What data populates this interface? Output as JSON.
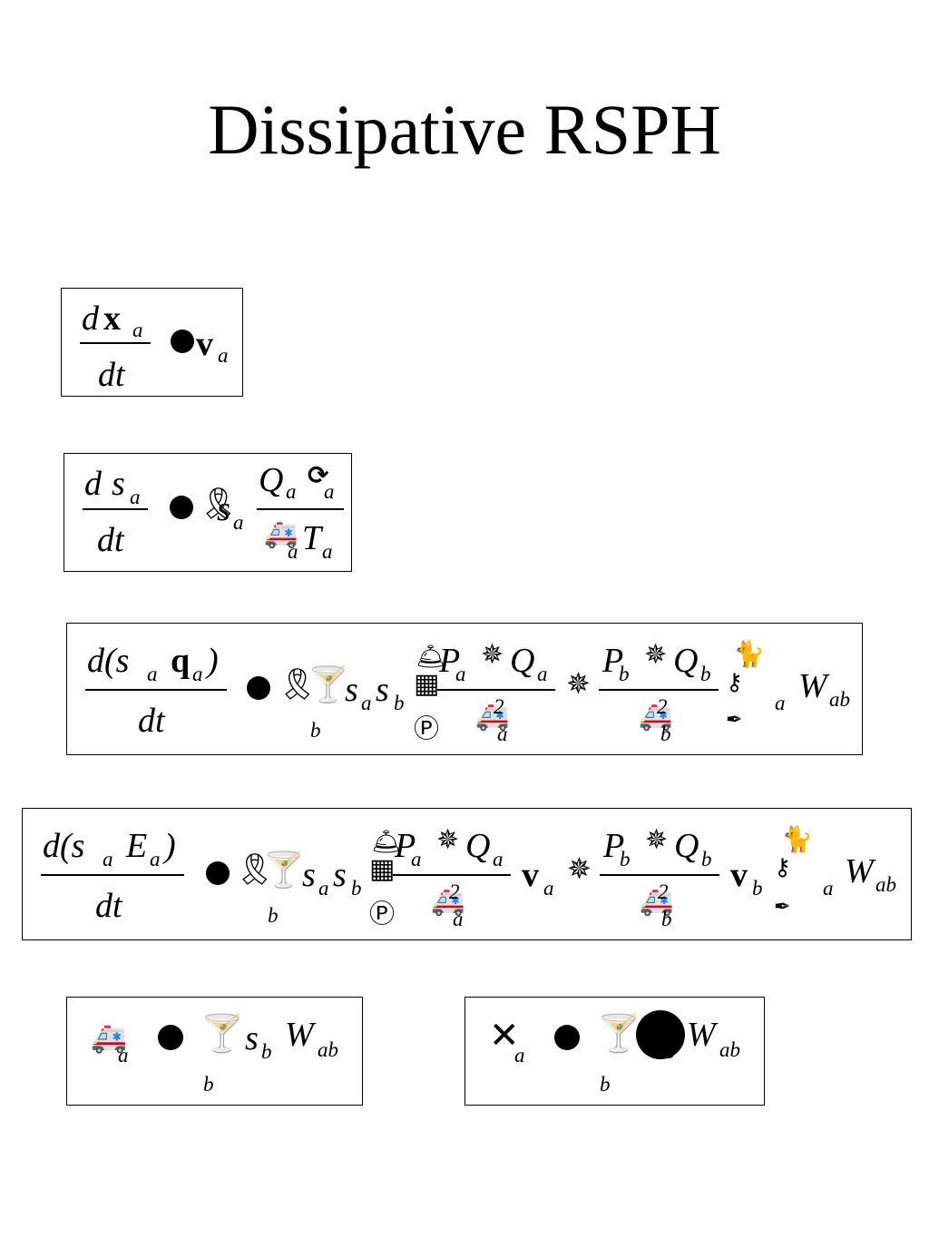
{
  "slide": {
    "title": "Dissipative RSPH"
  },
  "eq1": {
    "num_d": "d",
    "num_x": "x",
    "num_sub": "a",
    "den": "dt",
    "rhs_v": "v",
    "rhs_sub": "a"
  },
  "eq2": {
    "num_d": "d",
    "num_s": "s",
    "num_sub": "a",
    "den": "dt",
    "rhs_s": "s",
    "rhs_s_sub": "a",
    "frac_num_Q": "Q",
    "frac_num_Q_sub": "a",
    "frac_num_sub2": "a",
    "frac_den_T": "T",
    "frac_den_sub1": "a",
    "frac_den_sub2": "a"
  },
  "eq3": {
    "num": "d(s",
    "num_sub1": "a",
    "num_q": "q",
    "num_sub2": "a",
    "num_close": ")",
    "den": "dt",
    "sum_index": "b",
    "s_a": "s",
    "s_a_sub": "a",
    "s_b": "s",
    "s_b_sub": "b",
    "P_a": "P",
    "P_a_sub": "a",
    "Q_a": "Q",
    "Q_a_sub": "a",
    "den1_sup": "2",
    "den1_sub": "a",
    "P_b": "P",
    "P_b_sub": "b",
    "Q_b": "Q",
    "Q_b_sub": "b",
    "den2_sup": "2",
    "den2_sub": "b",
    "grad_sub": "a",
    "W": "W",
    "W_sub": "ab"
  },
  "eq4": {
    "num": "d(s",
    "num_sub1": "a",
    "num_E": "E",
    "num_sub2": "a",
    "num_close": ")",
    "den": "dt",
    "sum_index": "b",
    "s_a": "s",
    "s_a_sub": "a",
    "s_b": "s",
    "s_b_sub": "b",
    "P_a": "P",
    "P_a_sub": "a",
    "Q_a": "Q",
    "Q_a_sub": "a",
    "den1_sup": "2",
    "den1_sub": "a",
    "v_a": "v",
    "v_a_sub": "a",
    "P_b": "P",
    "P_b_sub": "b",
    "Q_b": "Q",
    "Q_b_sub": "b",
    "den2_sup": "2",
    "den2_sub": "b",
    "v_b": "v",
    "v_b_sub": "b",
    "grad_sub": "a",
    "W": "W",
    "W_sub": "ab"
  },
  "eq5": {
    "lhs_sub": "a",
    "sum_index": "b",
    "s": "s",
    "s_sub": "b",
    "W": "W",
    "W_sub": "ab"
  },
  "eq6": {
    "lhs_sub": "a",
    "sum_index": "b",
    "hidden_sub": "b",
    "W": "W",
    "W_sub": "ab"
  },
  "icons": {
    "dot": "filled-circle-operator",
    "ribbon": "ribbon-icon",
    "martini": "martini-glass-icon",
    "ambulance": "ambulance-icon",
    "parking": "parking-p-icon",
    "bell": "service-bell-icon",
    "burst": "lightning-burst-icon",
    "cat": "cat-icon",
    "cross": "x-cross-icon",
    "arrows": "refresh-arrows-icon"
  }
}
